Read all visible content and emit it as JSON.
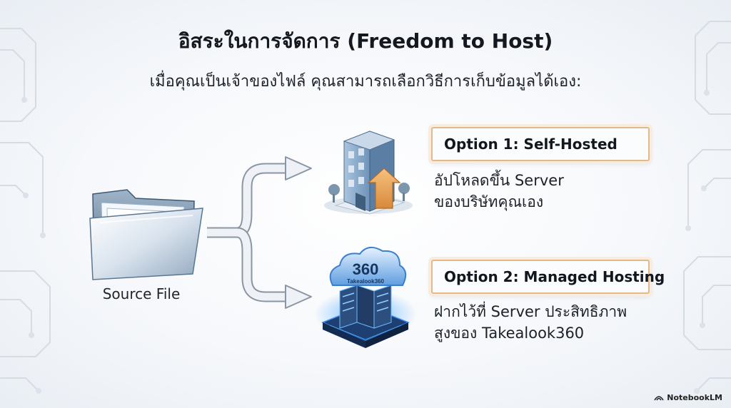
{
  "title": "อิสระในการจัดการ (Freedom to Host)",
  "subtitle": "เมื่อคุณเป็นเจ้าของไฟล์ คุณสามารถเลือกวิธีการเก็บข้อมูลได้เอง:",
  "source": {
    "label": "Source File",
    "icon": "folder-icon"
  },
  "options": [
    {
      "title": "Option 1: Self-Hosted",
      "desc_line1": "อัปโหลดขึ้น Server",
      "desc_line2": "ของบริษัทคุณเอง",
      "icon": "office-building-icon"
    },
    {
      "title": "Option 2: Managed Hosting",
      "desc_line1": "ฝากไว้ที่ Server ประสิทธิภาพ",
      "desc_line2": "สูงของ Takealook360",
      "icon": "cloud-server-icon",
      "badge_big": "360",
      "badge_small": "Takealook360"
    }
  ],
  "brand": "NotebookLM",
  "colors": {
    "option_border": "#e3b88a",
    "arrow_fill": "#eef2f6",
    "arrow_stroke": "#8a96a3",
    "building_blue": "#7fa6cc",
    "server_glow": "#2f8ff0"
  }
}
